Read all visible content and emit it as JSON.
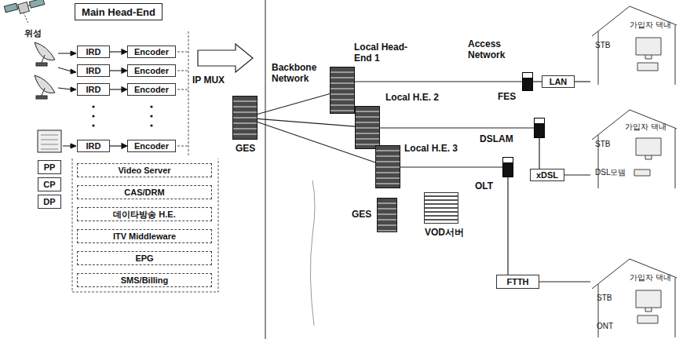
{
  "diagram": {
    "nodes": [
      {
        "text": [
          "Main Head-End"
        ]
      },
      {
        "text": [
          "IRD"
        ]
      },
      {
        "text": [
          "IRD"
        ]
      },
      {
        "text": [
          "IRD"
        ]
      },
      {
        "text": [
          "IRD"
        ]
      },
      {
        "text": [
          "Encoder"
        ]
      },
      {
        "text": [
          "Encoder"
        ]
      },
      {
        "text": [
          "Encoder"
        ]
      },
      {
        "text": [
          "Encoder"
        ]
      },
      {
        "text": [
          "PP"
        ]
      },
      {
        "text": [
          "CP"
        ]
      },
      {
        "text": [
          "DP"
        ]
      },
      {
        "text": [
          "Video Server"
        ]
      },
      {
        "text": [
          "CAS/DRM"
        ]
      },
      {
        "text": [
          "데이타방송 H.E."
        ]
      },
      {
        "text": [
          "ITV Middleware"
        ]
      },
      {
        "text": [
          "EPG"
        ]
      },
      {
        "text": [
          "SMS/Billing"
        ]
      },
      {
        "text": [
          "GES"
        ]
      },
      {
        "text": [
          "Local Head-End 1"
        ]
      },
      {
        "text": [
          "Local H.E. 2"
        ]
      },
      {
        "text": [
          "Local H.E. 3"
        ]
      },
      {
        "text": [
          "GES"
        ]
      },
      {
        "text": [
          "VOD서버"
        ]
      },
      {
        "text": [
          "FES"
        ]
      },
      {
        "text": [
          "DSLAM"
        ]
      },
      {
        "text": [
          "OLT"
        ]
      },
      {
        "text": [
          "LAN"
        ]
      },
      {
        "text": [
          "xDSL"
        ]
      },
      {
        "text": [
          "FTTH"
        ]
      },
      {
        "text": [
          "가입자 댁내",
          "STB"
        ]
      },
      {
        "text": [
          "가입자 댁내",
          "STB",
          "DSL모뎀"
        ]
      },
      {
        "text": [
          "가입자 댁내",
          "STB",
          "ONT"
        ]
      }
    ],
    "edges": [
      {
        "from": 1,
        "to": 5,
        "arrow": "to"
      },
      {
        "from": 2,
        "to": 6,
        "arrow": "to"
      },
      {
        "from": 3,
        "to": 7,
        "arrow": "to"
      },
      {
        "from": 4,
        "to": 8,
        "arrow": "to"
      },
      {
        "from": 18,
        "to": 19,
        "arrow": "none"
      },
      {
        "from": 18,
        "to": 20,
        "arrow": "none"
      },
      {
        "from": 18,
        "to": 21,
        "arrow": "none"
      },
      {
        "from": 19,
        "to": 24,
        "arrow": "none"
      },
      {
        "from": 24,
        "to": 27,
        "arrow": "none"
      },
      {
        "from": 27,
        "to": 30,
        "arrow": "none"
      },
      {
        "from": 20,
        "to": 25,
        "arrow": "none"
      },
      {
        "from": 25,
        "to": 28,
        "arrow": "none"
      },
      {
        "from": 28,
        "to": 31,
        "arrow": "none"
      },
      {
        "from": 21,
        "to": 26,
        "arrow": "none"
      },
      {
        "from": 26,
        "to": 29,
        "arrow": "none"
      },
      {
        "from": 29,
        "to": 32,
        "arrow": "none"
      }
    ],
    "labels": [
      "위성",
      "IP MUX",
      "Backbone Network",
      "Access Network"
    ]
  }
}
